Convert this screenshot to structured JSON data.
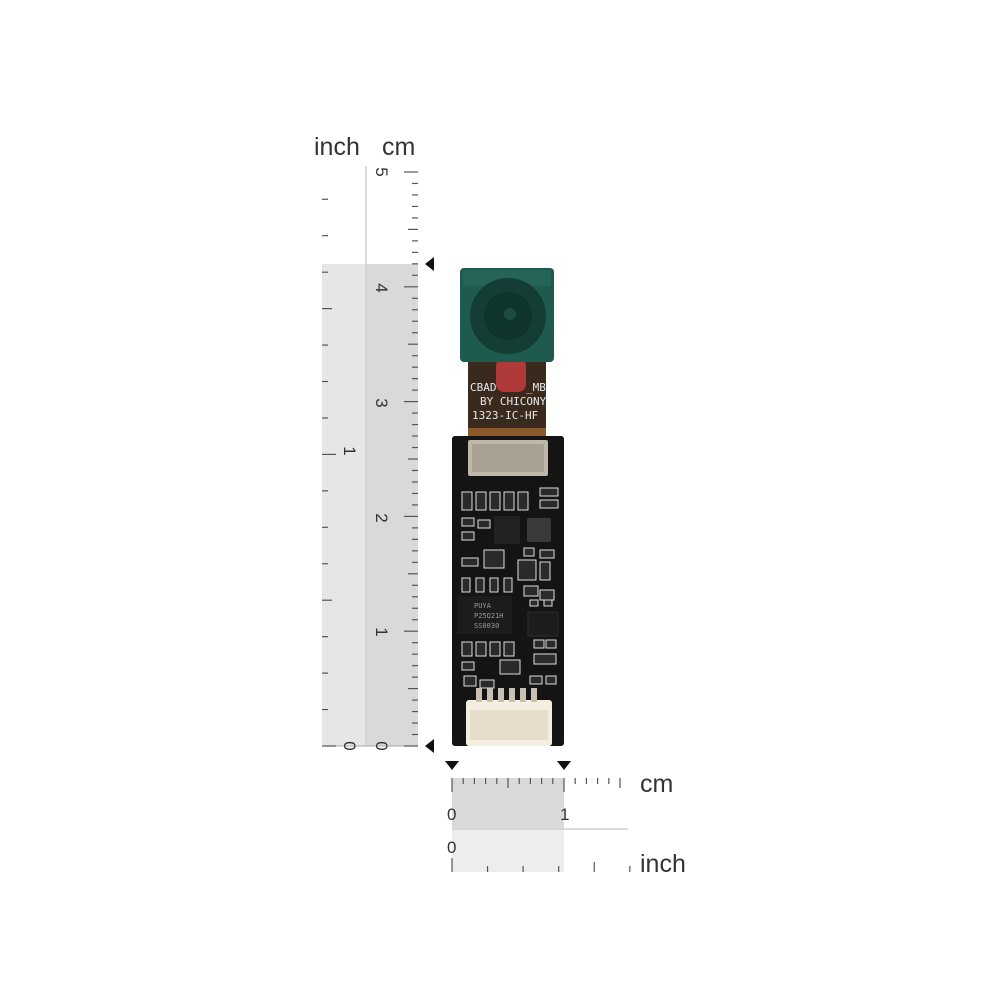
{
  "rulers": {
    "vertical": {
      "inch_header": "inch",
      "cm_header": "cm",
      "cm_labels": [
        "5",
        "4",
        "3",
        "2",
        "1",
        "0"
      ],
      "inch_labels": [
        "1",
        "0"
      ]
    },
    "horizontal": {
      "cm_unit": "cm",
      "inch_unit": "inch",
      "cm_labels": [
        "0",
        "1"
      ],
      "inch_labels": [
        "0"
      ]
    }
  },
  "module": {
    "flex_text": [
      "CBAD",
      "_MB",
      "BY CHICONY",
      "1323-IC-HF"
    ],
    "chip_text": [
      "PUYA",
      "P25Q21H",
      "SS0030"
    ],
    "colors": {
      "pcb": "#141414",
      "camera_housing": "#1e5a4e",
      "lens": "#143d36",
      "flex_cable": "#3a2a1e",
      "connector": "#f4eee0",
      "shield": "#bfb8a8",
      "ruler_shade": "#e4e4e4"
    }
  }
}
